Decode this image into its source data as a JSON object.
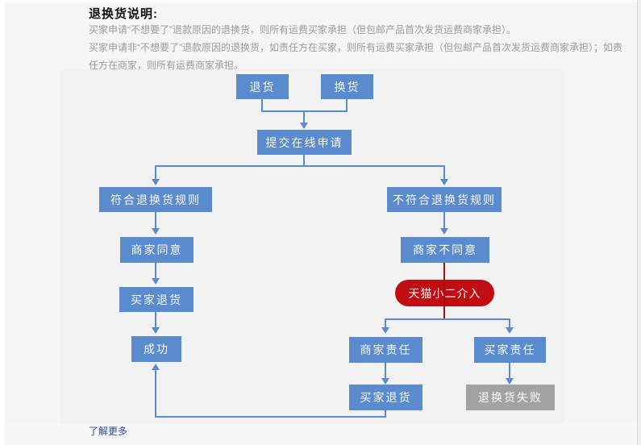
{
  "page": {
    "title": "退换货说明:",
    "description": [
      "买家申请“不想要了”退款原因的退换货，则所有运费买家承担（但包邮产品首次发货运费商家承担）。",
      "买家申请非“不想要了”退款原因的退换货，如责任方在买家，则所有运费买家承担（但包邮产品首次发货运费商家承担）；如责任方在商家，则所有运费商家承担。"
    ],
    "more_link": "了解更多"
  },
  "colors": {
    "node_blue": "#5a8bce",
    "node_red": "#c00d11",
    "node_gray": "#a2a2a2",
    "connector_blue": "#5a8bce",
    "connector_dark_red": "#9c1115",
    "link_blue": "#2b4a9c",
    "body_text_gray": "#9b9b9b",
    "background_gray": "#f4f4f5"
  },
  "flowchart": {
    "nodes": [
      {
        "id": "return",
        "label": "退货"
      },
      {
        "id": "exchange",
        "label": "换货"
      },
      {
        "id": "submit-online-application",
        "label": "提交在线申请"
      },
      {
        "id": "meets-return-rules",
        "label": "符合退换货规则"
      },
      {
        "id": "not-meets-return-rules",
        "label": "不符合退换货规则"
      },
      {
        "id": "merchant-agrees",
        "label": "商家同意"
      },
      {
        "id": "merchant-disagrees",
        "label": "商家不同意"
      },
      {
        "id": "buyer-returns-goods",
        "label": "买家退货"
      },
      {
        "id": "tmall-staff-intervenes",
        "label": "天猫小二介入"
      },
      {
        "id": "success",
        "label": "成功"
      },
      {
        "id": "merchant-responsibility",
        "label": "商家责任"
      },
      {
        "id": "buyer-responsibility",
        "label": "买家责任"
      },
      {
        "id": "buyer-returns-goods-2",
        "label": "买家退货"
      },
      {
        "id": "return-exchange-failed",
        "label": "退换货失败"
      }
    ]
  }
}
